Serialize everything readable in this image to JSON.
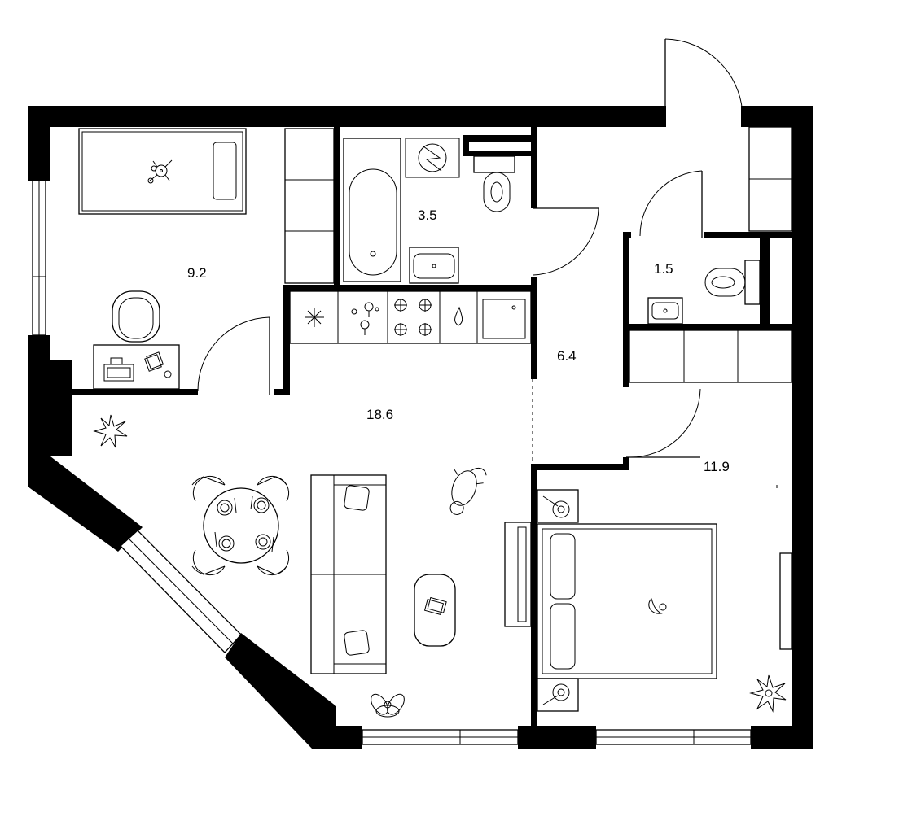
{
  "rooms": [
    {
      "id": "bedroom-small",
      "area": "9.2"
    },
    {
      "id": "bathroom",
      "area": "3.5"
    },
    {
      "id": "toilet",
      "area": "1.5"
    },
    {
      "id": "hallway",
      "area": "6.4"
    },
    {
      "id": "living-kitchen",
      "area": "18.6"
    },
    {
      "id": "bedroom-large",
      "area": "11.9"
    }
  ]
}
